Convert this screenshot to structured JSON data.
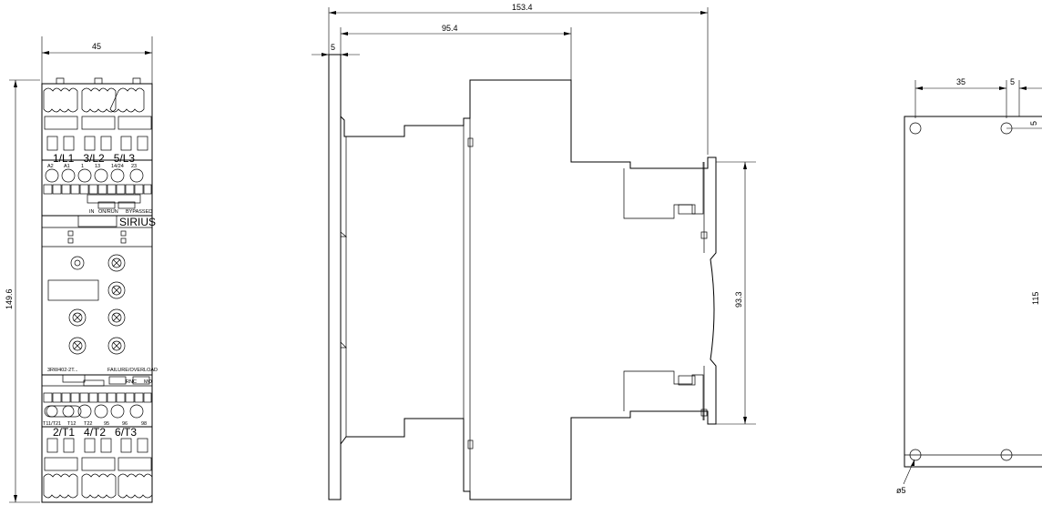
{
  "front_view": {
    "width_dim": "45",
    "height_dim": "149.6",
    "top_terminals": "1/L1   3/L2   5/L3",
    "top_pins": [
      "A2",
      "A1",
      "1",
      "13",
      "14/24",
      "23"
    ],
    "led_labels": [
      "IN",
      "ON/RUN",
      "BYPASSED"
    ],
    "brand": "SIRIUS",
    "model": "3RW402-2T...",
    "fault_label": "FAILURE/OVERLOAD",
    "mode_labels": [
      "RNC",
      "MO"
    ],
    "bottom_pins": [
      "T11/T21",
      "T12",
      "T22",
      "95",
      "96",
      "98"
    ],
    "bottom_terminals": "2/T1   4/T2   6/T3"
  },
  "side_view": {
    "overall_depth_dim": "153.4",
    "rail_depth_dim": "95.4",
    "flange_dim": "5",
    "height_dim": "93.3"
  },
  "mounting_view": {
    "spacing_dim": "35",
    "edge_dim": "5",
    "edge_dim_vertical": "5",
    "hole_pitch_dim": "115",
    "hole_dia": "ø5"
  }
}
